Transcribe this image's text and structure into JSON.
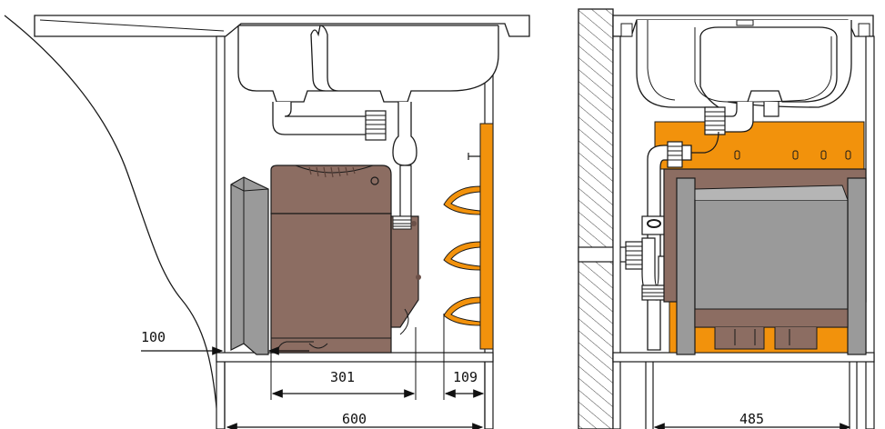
{
  "dimensions": {
    "wall_offset": "100",
    "unit_width": "301",
    "shelf_depth": "109",
    "cabinet_width": "600",
    "side_cabinet_width": "485"
  },
  "colors": {
    "outline": "#1a1a1a",
    "sink": "#ffffff",
    "unit_brown": "#8c6d62",
    "unit_brown_dark": "#6b5048",
    "panel_grey": "#9a9a9a",
    "panel_grey_light": "#b5b5b5",
    "orange": "#f2920c",
    "hatch": "#444444"
  },
  "icons": {
    "fitting": "threaded-fitting",
    "hook": "orange-hook"
  }
}
